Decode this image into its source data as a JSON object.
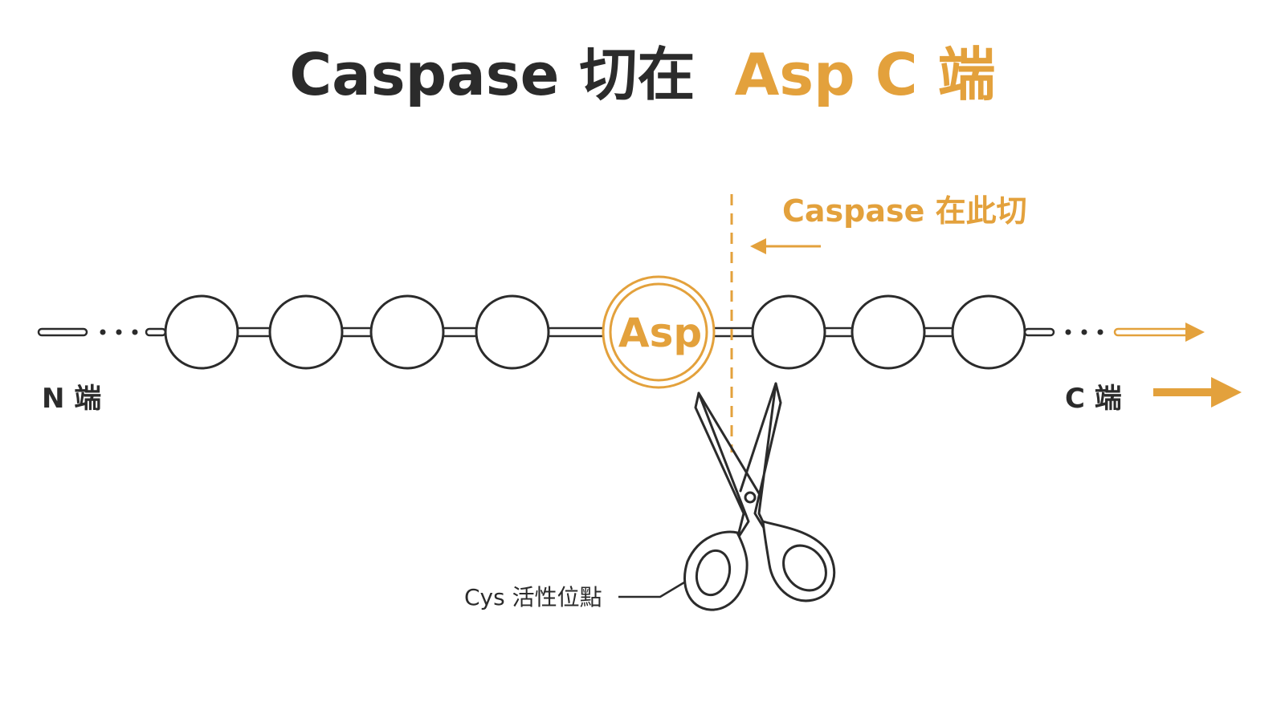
{
  "colors": {
    "accent": "#E3A13C",
    "ink": "#2B2B2B"
  },
  "title": {
    "part1": "Caspase 切在",
    "part2": "Asp C 端"
  },
  "chain": {
    "asp_label": "Asp",
    "n_terminus": "N 端",
    "c_terminus": "C 端",
    "residues_before": 4,
    "residues_after": 3
  },
  "cleavage": {
    "label": "Caspase 在此切",
    "icon": "scissors-icon"
  },
  "active_site": {
    "label": "Cys 活性位點"
  }
}
